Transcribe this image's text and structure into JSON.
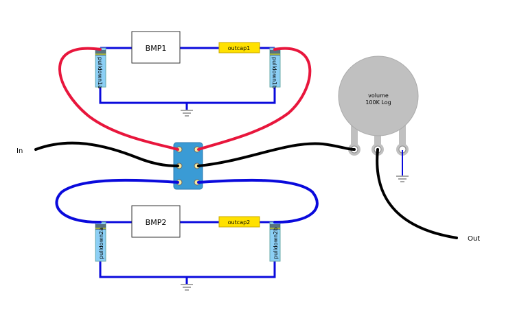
{
  "labels": {
    "input": "In",
    "output": "Out"
  },
  "circuit1": {
    "module": "BMP1",
    "cap": "outcap1",
    "res_a": "pulldown1a",
    "res_b": "pulldown1b"
  },
  "circuit2": {
    "module": "BMP2",
    "cap": "outcap2",
    "res_a": "pulldown2a",
    "res_b": "pulldown2b"
  },
  "pot": {
    "name": "volume",
    "value": "100K Log"
  },
  "colors": {
    "wire_red": "#e8163c",
    "wire_black": "#000000",
    "wire_blue": "#0a0adc",
    "switch": "#3a9bd5",
    "cap": "#ffe100",
    "resistor": "#8ccff5",
    "pot": "#c0c0c0"
  }
}
